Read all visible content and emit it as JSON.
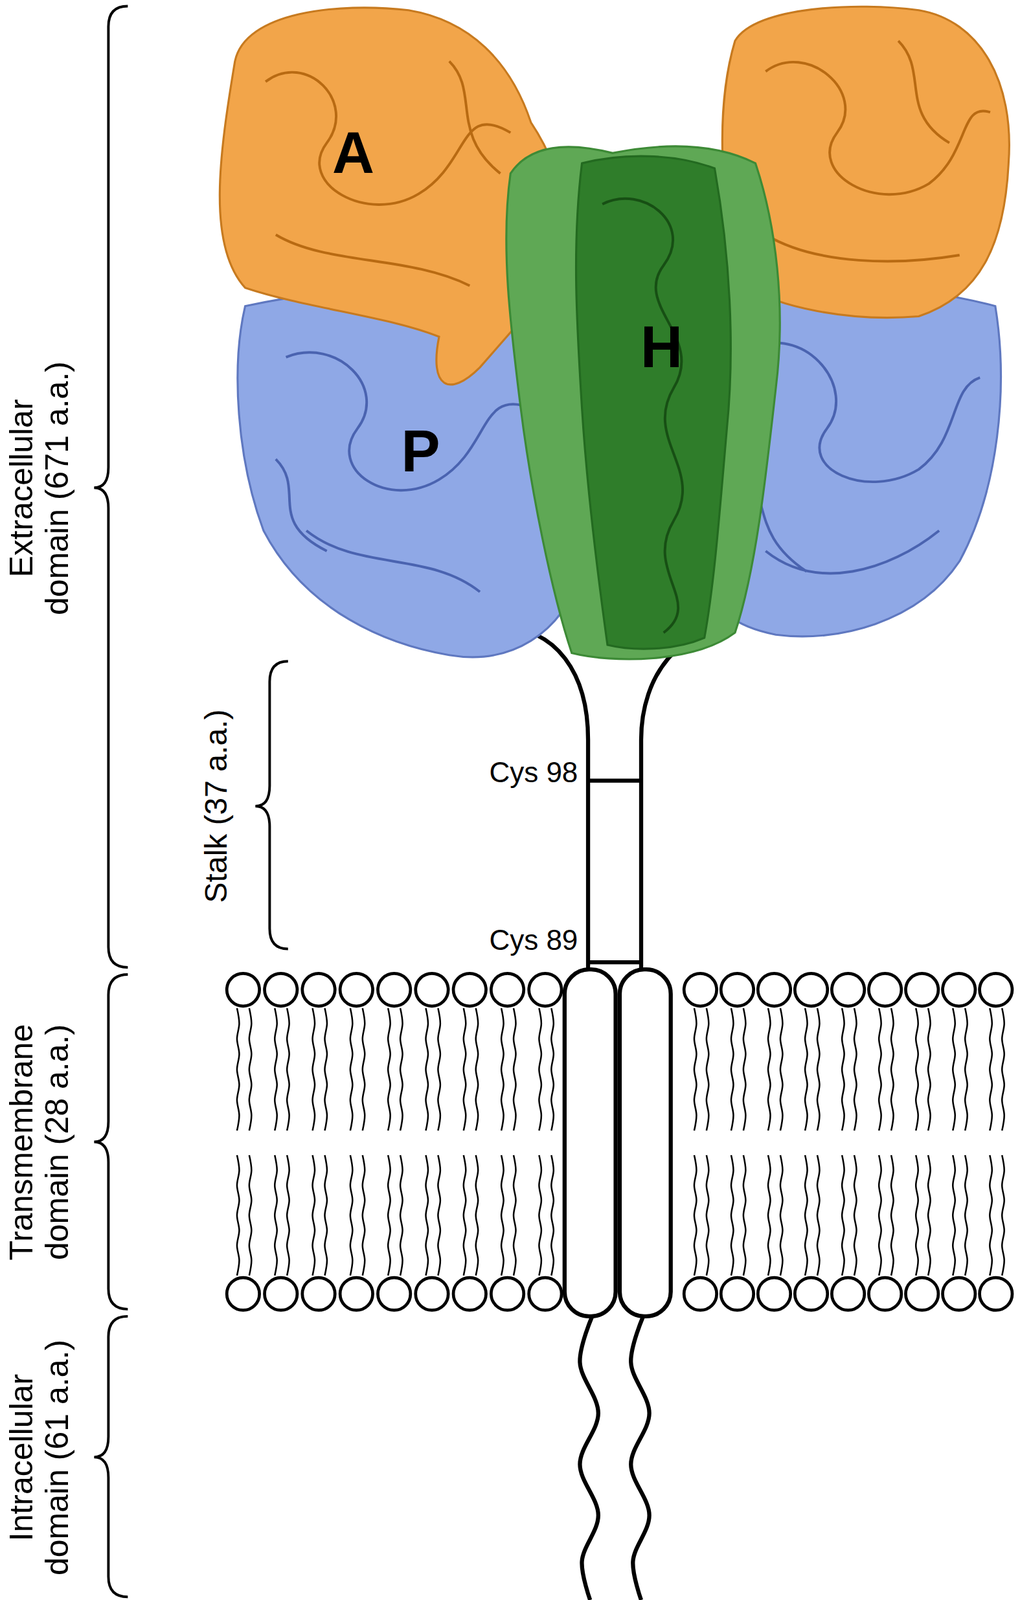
{
  "diagram": {
    "labels": [
      "A",
      "H",
      "P",
      "Extracellular domain (671 a.a.)",
      "Stalk (37 a.a.)",
      "Cys 98",
      "Cys 89",
      "Transmembrane domain (28 a.a.)",
      "Intracellular domain (61 a.a.)"
    ]
  }
}
